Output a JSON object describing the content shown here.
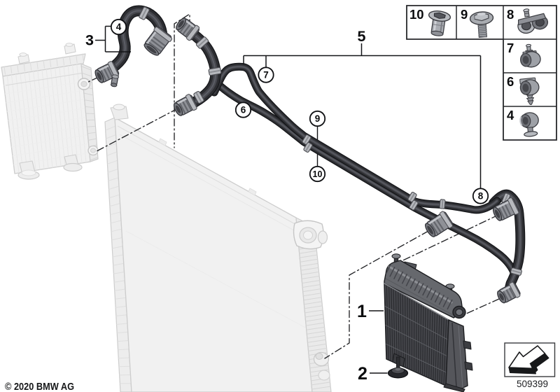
{
  "figure": {
    "copyright": "© 2020 BMW AG",
    "figure_number": "509399"
  },
  "legend": {
    "cells": [
      {
        "label": "10",
        "icon": "blind-rivet-nut-icon"
      },
      {
        "label": "9",
        "icon": "hex-flange-bolt-icon"
      },
      {
        "label": "8",
        "icon": "double-pipe-clamp-icon"
      },
      {
        "label": "7",
        "icon": "pipe-clamp-icon"
      },
      {
        "label": "6",
        "icon": "pipe-clamp-expander-icon"
      },
      {
        "label": "4",
        "icon": "hose-clamp-icon"
      }
    ]
  },
  "callouts": [
    {
      "num": "4"
    },
    {
      "num": "7"
    },
    {
      "num": "6"
    },
    {
      "num": "9"
    },
    {
      "num": "10"
    },
    {
      "num": "8"
    }
  ],
  "part_labels": [
    {
      "num": "3"
    },
    {
      "num": "5"
    },
    {
      "num": "1"
    },
    {
      "num": "2"
    }
  ],
  "colors": {
    "line": "#1a1b1d",
    "hose": "#2c2d31",
    "ghost": "#d0d0d0",
    "metal": "#9a9da3",
    "background": "#ffffff"
  }
}
